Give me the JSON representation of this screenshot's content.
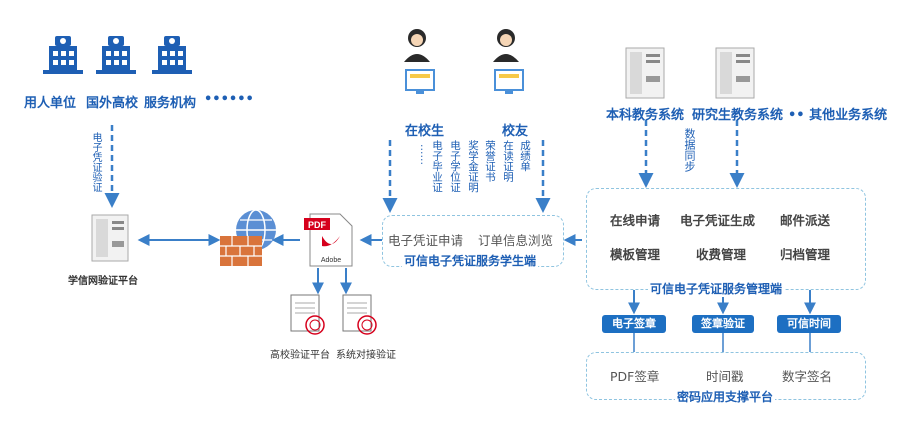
{
  "top_left": {
    "labels": [
      "用人单位",
      "国外高校",
      "服务机构",
      "••••••"
    ]
  },
  "left_arrow_label": "电子凭证验证",
  "verify_platform": "学信网验证平台",
  "students": {
    "labels": [
      "在校生",
      "校友"
    ],
    "student_docs": [
      "电子毕业证",
      "电子学位证",
      "奖学金证明"
    ],
    "alumni_docs": [
      "荣誉证书",
      "在读证明",
      "成绩单"
    ],
    "dots": "……"
  },
  "student_portal": {
    "items": [
      "电子凭证申请",
      "订单信息浏览"
    ],
    "title": "可信电子凭证服务学生端"
  },
  "systems": {
    "labels": [
      "本科教务系统",
      "研究生教务系统",
      "•• 其他业务系统"
    ],
    "sync_label": "数据同步"
  },
  "management": {
    "functions": [
      "在线申请",
      "电子凭证生成",
      "邮件派送",
      "模板管理",
      "收费管理",
      "归档管理"
    ],
    "title": "可信电子凭证服务管理端"
  },
  "services": [
    "电子签章",
    "签章验证",
    "可信时间"
  ],
  "crypto_platform": {
    "items": [
      "PDF签章",
      "时间戳",
      "数字签名"
    ],
    "title": "密码应用支撑平台"
  },
  "pdf_icon_text": [
    "PDF",
    "Adobe"
  ],
  "verify_docs": [
    "高校验证平台",
    "系统对接验证"
  ]
}
